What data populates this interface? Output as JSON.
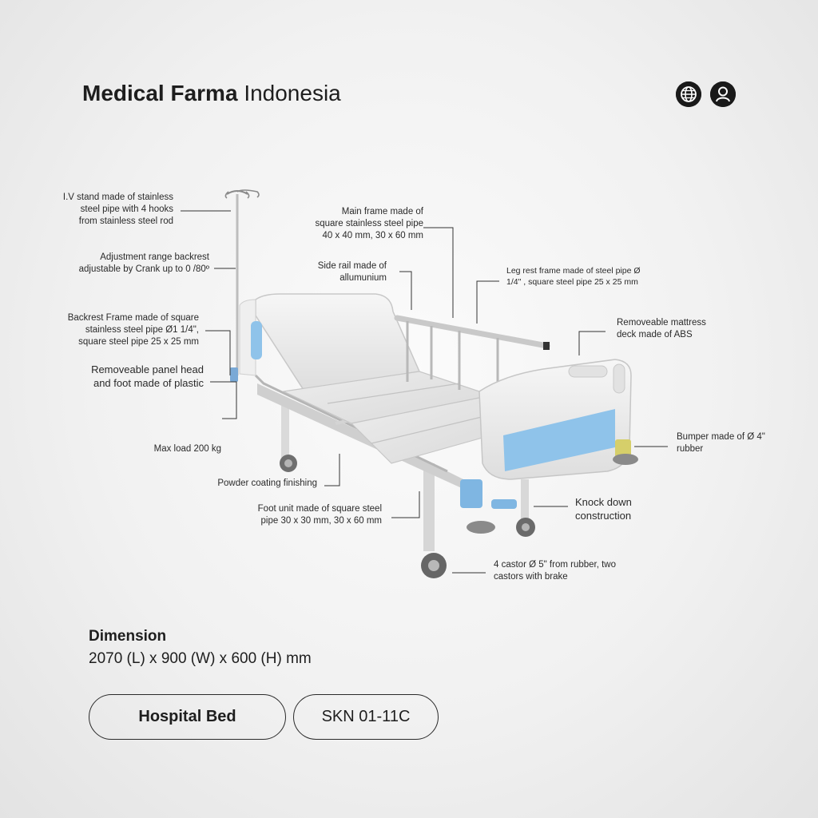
{
  "brand": {
    "name_bold": "Medical Farma",
    "name_regular": "Indonesia"
  },
  "header": {
    "icons": [
      "globe-icon",
      "user-icon"
    ]
  },
  "annotations": {
    "iv_stand": [
      "I.V stand made of stainless",
      "steel pipe with 4 hooks",
      "from stainless steel rod"
    ],
    "backrest_range": [
      "Adjustment range backrest",
      "adjustable by Crank up to 0 /80º"
    ],
    "backrest_frame": [
      "Backrest Frame made of square",
      "stainless steel pipe Ø1 1/4\",",
      "square steel pipe 25 x 25 mm"
    ],
    "panel_head_foot": [
      "Removeable panel head",
      "and foot made of plastic"
    ],
    "max_load": "Max load 200 kg",
    "powder_coating": "Powder coating finishing",
    "foot_unit": [
      "Foot unit made of square steel",
      "pipe 30 x 30 mm, 30 x 60 mm"
    ],
    "main_frame": [
      "Main frame made of",
      "square stainless steel pipe",
      "40 x 40 mm, 30 x 60 mm"
    ],
    "side_rail": [
      "Side rail made of",
      "allumunium"
    ],
    "leg_rest": [
      "Leg rest frame made of steel pipe Ø",
      "1/4\" , square steel pipe 25 x 25 mm"
    ],
    "mattress_deck": [
      "Removeable mattress",
      "deck made of ABS"
    ],
    "bumper": [
      "Bumper made of Ø 4\"",
      "rubber"
    ],
    "knock_down": [
      "Knock down",
      "construction"
    ],
    "castor": [
      "4 castor Ø 5\" from rubber, two",
      "castors with brake"
    ]
  },
  "dimension": {
    "title": "Dimension",
    "value": "2070 (L) x 900 (W) x 600 (H) mm"
  },
  "tags": {
    "product": "Hospital Bed",
    "model": "SKN 01-11C"
  },
  "colors": {
    "accent_blue": "#8fc3ea",
    "frame": "#dcdcdc",
    "text": "#1e1e1e"
  }
}
